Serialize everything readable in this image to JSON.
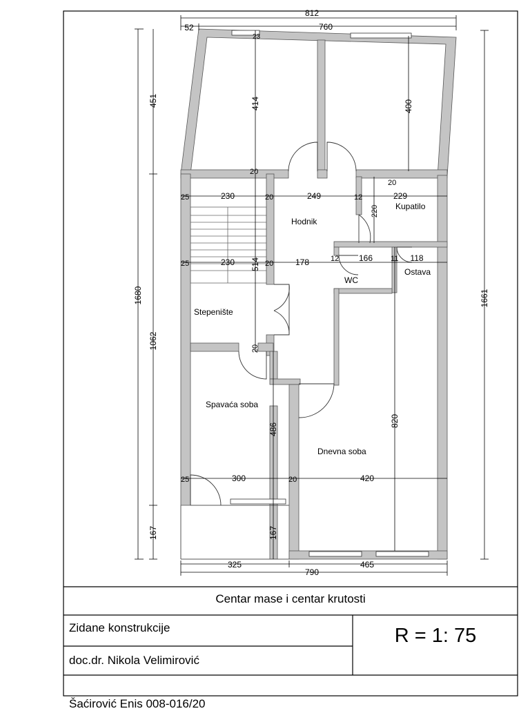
{
  "title_block": {
    "title": "Centar mase i centar krutosti",
    "course": "Zidane konstrukcije",
    "author": "doc.dr. Nikola Velimirović",
    "student": "Šaćirović Enis 008-016/20",
    "scale": "R = 1: 75"
  },
  "rooms": {
    "hodnik": "Hodnik",
    "kupatilo": "Kupatilo",
    "wc": "WC",
    "ostava": "Ostava",
    "stepeniste": "Stepenište",
    "spavaca_soba": "Spavaća soba",
    "dnevna_soba": "Dnevna soba"
  },
  "dimensions": {
    "top_total": "812",
    "top_offset": "52",
    "top_inner": "760",
    "wall_23": "23",
    "left_upper": "451",
    "left_total": "1680",
    "left_lower": "1062",
    "left_bottom": "167",
    "right_total": "1661",
    "room_height_left": "414",
    "room_height_right": "400",
    "wall_20_top": "20",
    "wall_20_kup": "20",
    "row1_w25": "25",
    "row1_230": "230",
    "row1_20": "20",
    "row1_249": "249",
    "row1_12": "12",
    "row1_229": "229",
    "kup_220": "220",
    "row2_w25": "25",
    "row2_230": "230",
    "row2_20": "20",
    "row2_178": "178",
    "row2_12": "12",
    "row2_166": "166",
    "row2_11": "11",
    "row2_118": "118",
    "stair_514": "514",
    "wall_20_stair": "20",
    "spav_486": "486",
    "dnev_820": "820",
    "row3_w25": "25",
    "row3_300": "300",
    "row3_20": "20",
    "row3_420": "420",
    "inner_167": "167",
    "bottom_325": "325",
    "bottom_790": "790",
    "bottom_465": "465"
  }
}
